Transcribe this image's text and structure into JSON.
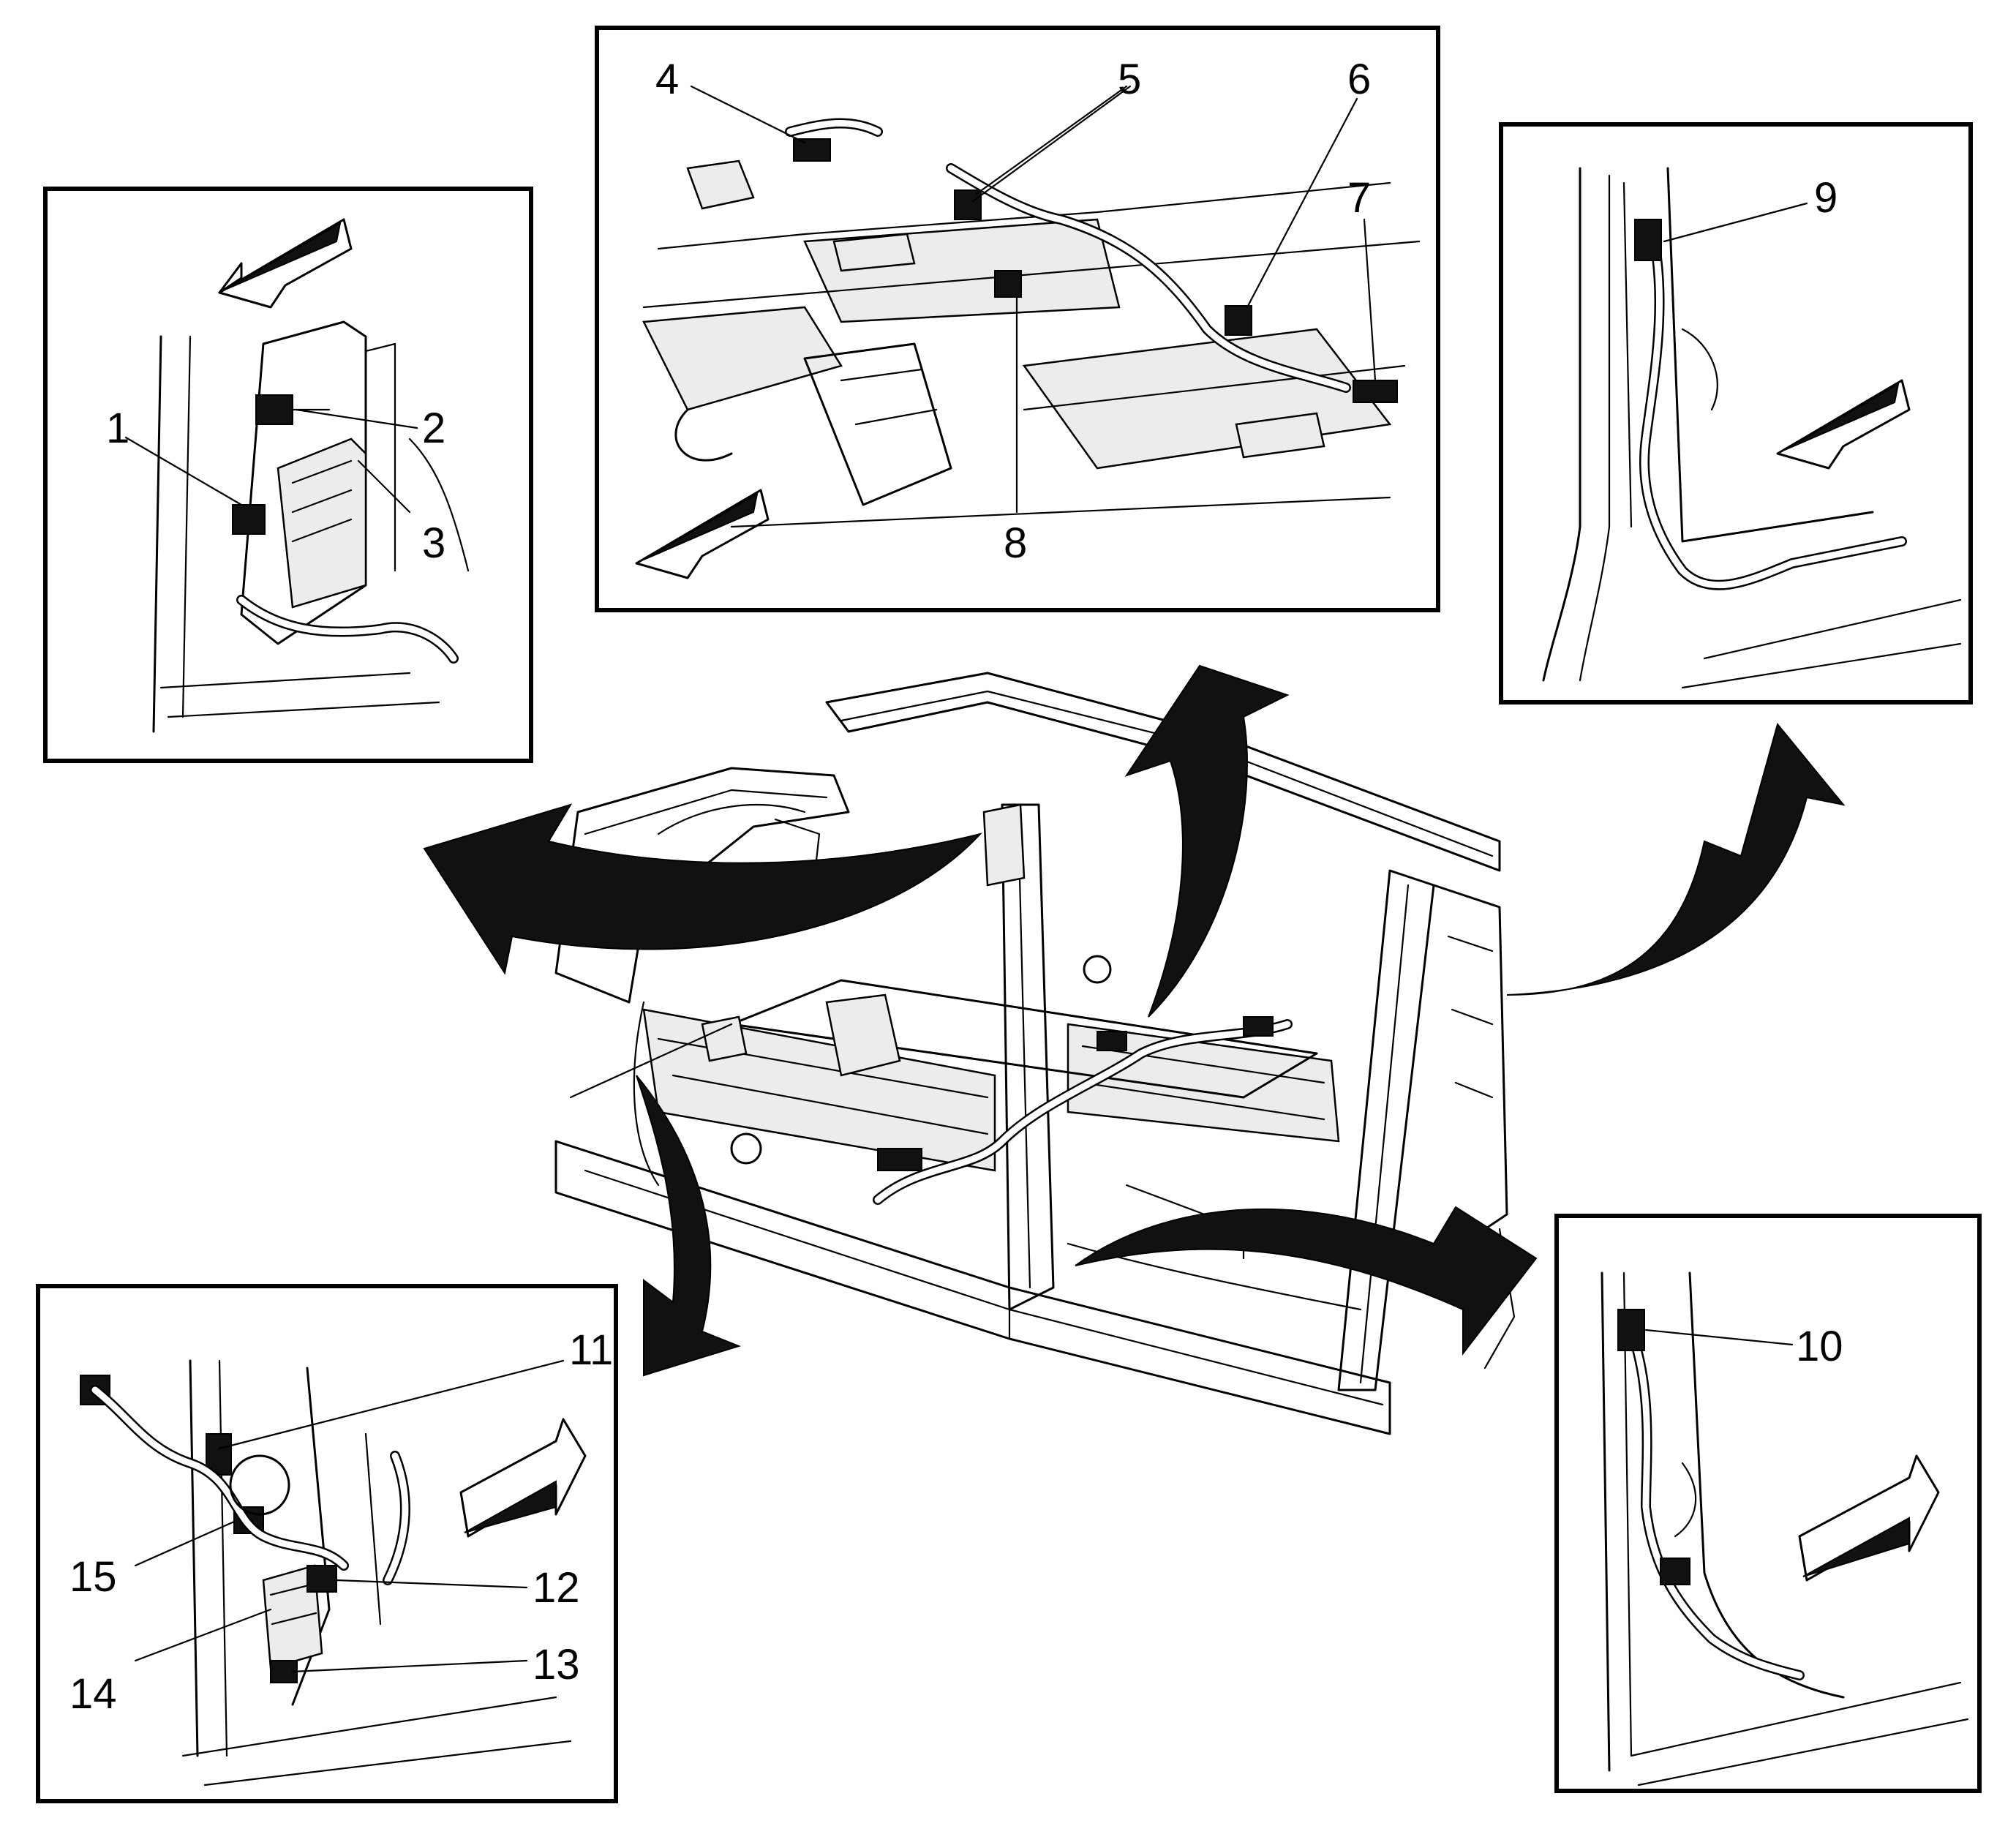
{
  "diagram": {
    "callouts": [
      "1",
      "2",
      "3",
      "4",
      "5",
      "6",
      "7",
      "8",
      "9",
      "10",
      "11",
      "12",
      "13",
      "14",
      "15"
    ]
  },
  "icons": {
    "view_arrows": [
      "left",
      "left",
      "left",
      "right",
      "right"
    ],
    "detail_arrows": 5
  },
  "colors": {
    "line": "#000000",
    "background": "#ffffff",
    "shade": "#ececec"
  }
}
